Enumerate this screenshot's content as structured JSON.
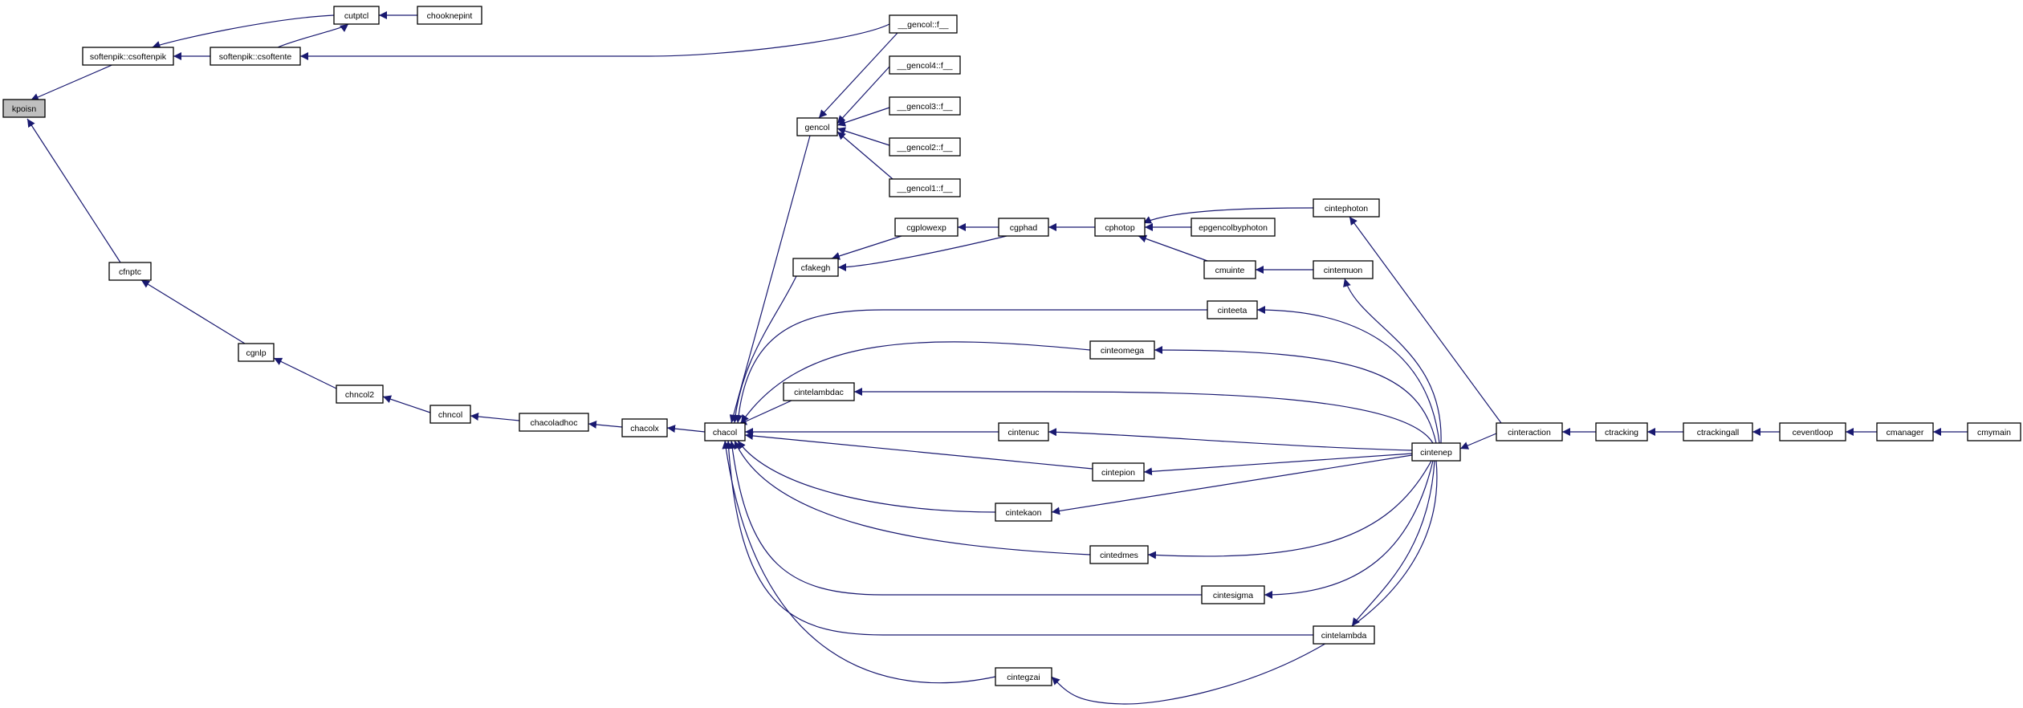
{
  "graph": {
    "title": "",
    "edge_color": "#191970",
    "root_fill": "#bfbfbf",
    "node_fill": "#ffffff",
    "arrow_direction": "arrowhead on the callee end (node on the left is called by node on the right)",
    "nodes": [
      {
        "id": "kpoisn",
        "label": "kpoisn",
        "root": true
      },
      {
        "id": "softenpik_csoftenpik",
        "label": "softenpik::csoftenpik"
      },
      {
        "id": "cutptcl",
        "label": "cutptcl"
      },
      {
        "id": "chooknepint",
        "label": "chooknepint"
      },
      {
        "id": "softenpik_csoftente",
        "label": "softenpik::csoftente"
      },
      {
        "id": "gencol_f1",
        "label": "__gencol::f__"
      },
      {
        "id": "gencol4_f",
        "label": "__gencol4::f__"
      },
      {
        "id": "gencol3_f",
        "label": "__gencol3::f__"
      },
      {
        "id": "gencol2_f",
        "label": "__gencol2::f__"
      },
      {
        "id": "gencol1_f",
        "label": "__gencol1::f__"
      },
      {
        "id": "gencol",
        "label": "gencol"
      },
      {
        "id": "cfnptc",
        "label": "cfnptc"
      },
      {
        "id": "cgnlp",
        "label": "cgnlp"
      },
      {
        "id": "chncol2",
        "label": "chncol2"
      },
      {
        "id": "chncol",
        "label": "chncol"
      },
      {
        "id": "chacoladhoc",
        "label": "chacoladhoc"
      },
      {
        "id": "chacolx",
        "label": "chacolx"
      },
      {
        "id": "chacol",
        "label": "chacol"
      },
      {
        "id": "cfakegh",
        "label": "cfakegh"
      },
      {
        "id": "cgplowexp",
        "label": "cgplowexp"
      },
      {
        "id": "cgphad",
        "label": "cgphad"
      },
      {
        "id": "cphotop",
        "label": "cphotop"
      },
      {
        "id": "epgencolbyphoton",
        "label": "epgencolbyphoton"
      },
      {
        "id": "cintephoton",
        "label": "cintephoton"
      },
      {
        "id": "cmuinte",
        "label": "cmuinte"
      },
      {
        "id": "cintemuon",
        "label": "cintemuon"
      },
      {
        "id": "cinteeta",
        "label": "cinteeta"
      },
      {
        "id": "cinteomega",
        "label": "cinteomega"
      },
      {
        "id": "cintelambdac",
        "label": "cintelambdac"
      },
      {
        "id": "cintenuc",
        "label": "cintenuc"
      },
      {
        "id": "cintepion",
        "label": "cintepion"
      },
      {
        "id": "cintekaon",
        "label": "cintekaon"
      },
      {
        "id": "cintedmes",
        "label": "cintedmes"
      },
      {
        "id": "cintesigma",
        "label": "cintesigma"
      },
      {
        "id": "cintelambda",
        "label": "cintelambda"
      },
      {
        "id": "cintegzai",
        "label": "cintegzai"
      },
      {
        "id": "cintenep",
        "label": "cintenep"
      },
      {
        "id": "cinteraction",
        "label": "cinteraction"
      },
      {
        "id": "ctracking",
        "label": "ctracking"
      },
      {
        "id": "ctrackingall",
        "label": "ctrackingall"
      },
      {
        "id": "ceventloop",
        "label": "ceventloop"
      },
      {
        "id": "cmanager",
        "label": "cmanager"
      },
      {
        "id": "cmymain",
        "label": "cmymain"
      }
    ],
    "edges": [
      {
        "from": "softenpik_csoftenpik",
        "to": "kpoisn"
      },
      {
        "from": "cfnptc",
        "to": "kpoisn"
      },
      {
        "from": "cutptcl",
        "to": "softenpik_csoftenpik"
      },
      {
        "from": "softenpik_csoftente",
        "to": "softenpik_csoftenpik"
      },
      {
        "from": "chooknepint",
        "to": "cutptcl"
      },
      {
        "from": "softenpik_csoftente",
        "to": "cutptcl"
      },
      {
        "from": "gencol_f1",
        "to": "softenpik_csoftente"
      },
      {
        "from": "gencol_f1",
        "to": "gencol"
      },
      {
        "from": "gencol4_f",
        "to": "gencol"
      },
      {
        "from": "gencol3_f",
        "to": "gencol"
      },
      {
        "from": "gencol2_f",
        "to": "gencol"
      },
      {
        "from": "gencol1_f",
        "to": "gencol"
      },
      {
        "from": "cgnlp",
        "to": "cfnptc"
      },
      {
        "from": "chncol2",
        "to": "cgnlp"
      },
      {
        "from": "chncol",
        "to": "chncol2"
      },
      {
        "from": "chacoladhoc",
        "to": "chncol"
      },
      {
        "from": "chacolx",
        "to": "chacoladhoc"
      },
      {
        "from": "chacol",
        "to": "chacolx"
      },
      {
        "from": "gencol",
        "to": "chacol"
      },
      {
        "from": "cfakegh",
        "to": "chacol"
      },
      {
        "from": "cinteeta",
        "to": "chacol"
      },
      {
        "from": "cinteomega",
        "to": "chacol"
      },
      {
        "from": "cintelambdac",
        "to": "chacol"
      },
      {
        "from": "cintenuc",
        "to": "chacol"
      },
      {
        "from": "cintepion",
        "to": "chacol"
      },
      {
        "from": "cintekaon",
        "to": "chacol"
      },
      {
        "from": "cintedmes",
        "to": "chacol"
      },
      {
        "from": "cintesigma",
        "to": "chacol"
      },
      {
        "from": "cintelambda",
        "to": "chacol"
      },
      {
        "from": "cintegzai",
        "to": "chacol"
      },
      {
        "from": "cgplowexp",
        "to": "cfakegh"
      },
      {
        "from": "cgphad",
        "to": "cfakegh"
      },
      {
        "from": "cgphad",
        "to": "cgplowexp"
      },
      {
        "from": "cphotop",
        "to": "cgphad"
      },
      {
        "from": "cintephoton",
        "to": "cphotop"
      },
      {
        "from": "epgencolbyphoton",
        "to": "cphotop"
      },
      {
        "from": "cmuinte",
        "to": "cphotop"
      },
      {
        "from": "cintemuon",
        "to": "cmuinte"
      },
      {
        "from": "cinteraction",
        "to": "cintephoton"
      },
      {
        "from": "cintenep",
        "to": "cintemuon"
      },
      {
        "from": "cintenep",
        "to": "cinteeta"
      },
      {
        "from": "cintenep",
        "to": "cinteomega"
      },
      {
        "from": "cintenep",
        "to": "cintelambdac"
      },
      {
        "from": "cintenep",
        "to": "cintenuc"
      },
      {
        "from": "cintenep",
        "to": "cintepion"
      },
      {
        "from": "cintenep",
        "to": "cintekaon"
      },
      {
        "from": "cintenep",
        "to": "cintedmes"
      },
      {
        "from": "cintenep",
        "to": "cintesigma"
      },
      {
        "from": "cintenep",
        "to": "cintelambda"
      },
      {
        "from": "cintenep",
        "to": "cintegzai"
      },
      {
        "from": "cinteraction",
        "to": "cintenep"
      },
      {
        "from": "ctracking",
        "to": "cinteraction"
      },
      {
        "from": "ctrackingall",
        "to": "ctracking"
      },
      {
        "from": "ceventloop",
        "to": "ctrackingall"
      },
      {
        "from": "cmanager",
        "to": "ceventloop"
      },
      {
        "from": "cmymain",
        "to": "cmanager"
      }
    ]
  }
}
